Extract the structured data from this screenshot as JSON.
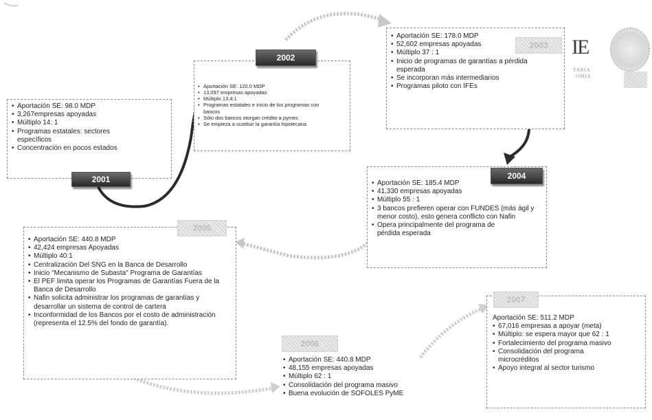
{
  "boxes": {
    "b2001": {
      "year": "2001",
      "items": [
        "Aportación SE: 98.0 MDP",
        "3,267empresas apoyadas",
        "Múltiplo 14: 1",
        "Programas estatales: sectores específicos",
        "Concentración en pocos estados"
      ]
    },
    "b2002": {
      "year": "2002",
      "items": [
        "Aportación SE: 120.0 MDP",
        "13,097 empresas apoyadas",
        "Múltiplo 13.4:1",
        "Programas estatales e inicio de los programas con bancos",
        "Sólo dos bancos otorgan crédito a pymes",
        "Se empieza a sustituir la garantía hipotecaria"
      ]
    },
    "b2003": {
      "year": "2003",
      "items": [
        "Aportación SE: 178.0 MDP",
        "52,602 empresas apoyadas",
        "Múltiplo 37 : 1",
        "Inicio de programas de garantías a pérdida esperada",
        "Se incorporan más intermediarios",
        "Programas piloto con IFEs"
      ]
    },
    "b2004": {
      "year": "2004",
      "items": [
        "Aportación SE: 185.4 MDP",
        "41,330 empresas apoyadas",
        "Múltiplo 55 : 1",
        "3 bancos prefieren operar con FUNDES (más ágil y menor costo), esto genera conflicto con Nafin",
        "Opera principalmente del programa de pérdida esperada"
      ]
    },
    "b2005": {
      "year": "2005",
      "items": [
        "Aportación SE: 440.8 MDP",
        "42,424 empresas Apoyadas",
        "Múltiplo 40:1",
        "Centralización Del SNG en la Banca de Desarrollo",
        "Inicio \"Mecanismo de Subasta\" Programa de Garantías",
        "El PEF limita operar los Programas de Garantías Fuera de la Banca de Desarrollo",
        "Nafin solicita administrar los programas de garantías y desarrollar un sistema de control de cartera",
        "Inconformidad de los Bancos por el costo de administración (representa el 12.5% del fondo de garantía)."
      ]
    },
    "b2006": {
      "year": "2006",
      "items": [
        "Aportación SE: 440.8 MDP",
        "48,155 empresas apoyadas",
        "Múltiplo 62 : 1",
        "Consolidación del programa masivo",
        "Buena evolución de SOFOLES PyME"
      ]
    },
    "b2007": {
      "year": "2007",
      "header": "Aportación SE: 511.2 MDP",
      "items": [
        "67,016 empresas a apoyar (meta)",
        "Múltiplo: se espera mayor que 62 : 1",
        "Fortalecimiento del programa masivo",
        "Consolidación del programa microcréditos",
        "Apoyo integral al sector turismo"
      ]
    }
  },
  "logo": {
    "letters": "IE",
    "caption_1": "TARIA",
    "caption_2": "OMIA"
  }
}
